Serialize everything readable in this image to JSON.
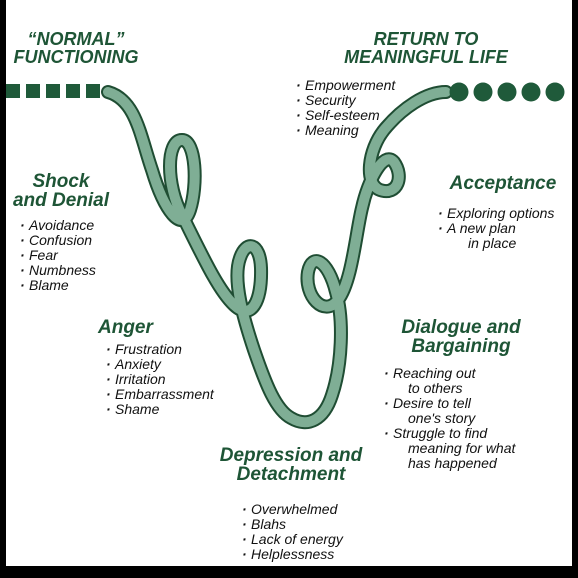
{
  "stages": {
    "normal": {
      "title_lines": [
        "“NORMAL”",
        "FUNCTIONING"
      ]
    },
    "return": {
      "title_lines": [
        "RETURN TO",
        "MEANINGFUL LIFE"
      ],
      "items": [
        "Empowerment",
        "Security",
        "Self-esteem",
        "Meaning"
      ]
    },
    "shock": {
      "title_lines": [
        "Shock",
        "and Denial"
      ],
      "items": [
        "Avoidance",
        "Confusion",
        "Fear",
        "Numbness",
        "Blame"
      ]
    },
    "anger": {
      "title": "Anger",
      "items": [
        "Frustration",
        "Anxiety",
        "Irritation",
        "Embarrassment",
        "Shame"
      ]
    },
    "depression": {
      "title_lines": [
        "Depression and",
        "Detachment"
      ],
      "items": [
        "Overwhelmed",
        "Blahs",
        "Lack of energy",
        "Helplessness"
      ]
    },
    "dialogue": {
      "title_lines": [
        "Dialogue and",
        "Bargaining"
      ],
      "items": [
        {
          "text": "Reaching out",
          "cont": "to others"
        },
        {
          "text": "Desire to tell",
          "cont": "one's story"
        },
        {
          "text": "Struggle to find",
          "cont": "meaning for what",
          "cont2": "has happened"
        }
      ]
    },
    "acceptance": {
      "title": "Acceptance",
      "items": [
        {
          "text": "Exploring options"
        },
        {
          "text": "A new plan",
          "cont": "in place"
        }
      ]
    }
  },
  "colors": {
    "ribbon_fill": "#7fae95",
    "ribbon_stroke": "#1f4d33",
    "heading": "#1e5536",
    "markers": "#1f5a3a"
  }
}
